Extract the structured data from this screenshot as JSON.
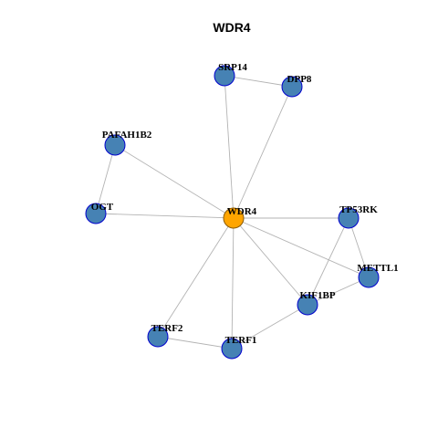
{
  "title": "WDR4",
  "colors": {
    "hub_fill": "#FFA500",
    "hub_stroke": "#8B5A00",
    "node_fill": "#4682B4",
    "node_stroke": "#0000CD",
    "edge": "#B3B3B3"
  },
  "nodes": [
    {
      "id": "WDR4",
      "label": "WDR4",
      "hub": true
    },
    {
      "id": "SRP14",
      "label": "SRP14",
      "hub": false
    },
    {
      "id": "DPP8",
      "label": "DPP8",
      "hub": false
    },
    {
      "id": "PAFAH1B2",
      "label": "PAFAH1B2",
      "hub": false
    },
    {
      "id": "OGT",
      "label": "OGT",
      "hub": false
    },
    {
      "id": "TP53RK",
      "label": "TP53RK",
      "hub": false
    },
    {
      "id": "METTL1",
      "label": "METTL1",
      "hub": false
    },
    {
      "id": "KIF1BP",
      "label": "KIF1BP",
      "hub": false
    },
    {
      "id": "TERF2",
      "label": "TERF2",
      "hub": false
    },
    {
      "id": "TERF1",
      "label": "TERF1",
      "hub": false
    }
  ],
  "edges": [
    [
      "WDR4",
      "SRP14"
    ],
    [
      "WDR4",
      "DPP8"
    ],
    [
      "WDR4",
      "PAFAH1B2"
    ],
    [
      "WDR4",
      "OGT"
    ],
    [
      "WDR4",
      "TP53RK"
    ],
    [
      "WDR4",
      "METTL1"
    ],
    [
      "WDR4",
      "KIF1BP"
    ],
    [
      "WDR4",
      "TERF2"
    ],
    [
      "WDR4",
      "TERF1"
    ],
    [
      "SRP14",
      "DPP8"
    ],
    [
      "PAFAH1B2",
      "OGT"
    ],
    [
      "TP53RK",
      "METTL1"
    ],
    [
      "TP53RK",
      "KIF1BP"
    ],
    [
      "METTL1",
      "KIF1BP"
    ],
    [
      "KIF1BP",
      "TERF1"
    ],
    [
      "TERF2",
      "TERF1"
    ]
  ]
}
